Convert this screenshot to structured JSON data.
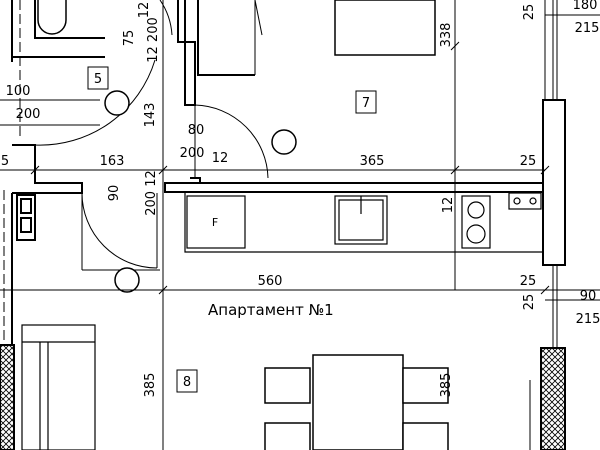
{
  "plan": {
    "title": "Апартамент №1",
    "rooms": [
      {
        "id": "5",
        "label": "5"
      },
      {
        "id": "7",
        "label": "7"
      },
      {
        "id": "8",
        "label": "8"
      }
    ],
    "appliances": {
      "fridge": "F"
    },
    "dimensions": {
      "d100": "100",
      "d200a": "200",
      "d75": "75",
      "d12a": "12",
      "d12_200": "12 200",
      "d143": "143",
      "d80": "80",
      "d200b": "200",
      "d12b": "12",
      "d163": "163",
      "d365": "365",
      "d25a": "25",
      "d90a": "90",
      "d200_12": "200 12",
      "d12c": "12",
      "d560": "560",
      "d25b": "25",
      "d338": "338",
      "d25top": "25",
      "d180": "180",
      "d215a": "215",
      "d25c": "25",
      "d90b": "90",
      "d215b": "215",
      "d385a": "385",
      "d385b": "385",
      "d5": "5"
    }
  }
}
